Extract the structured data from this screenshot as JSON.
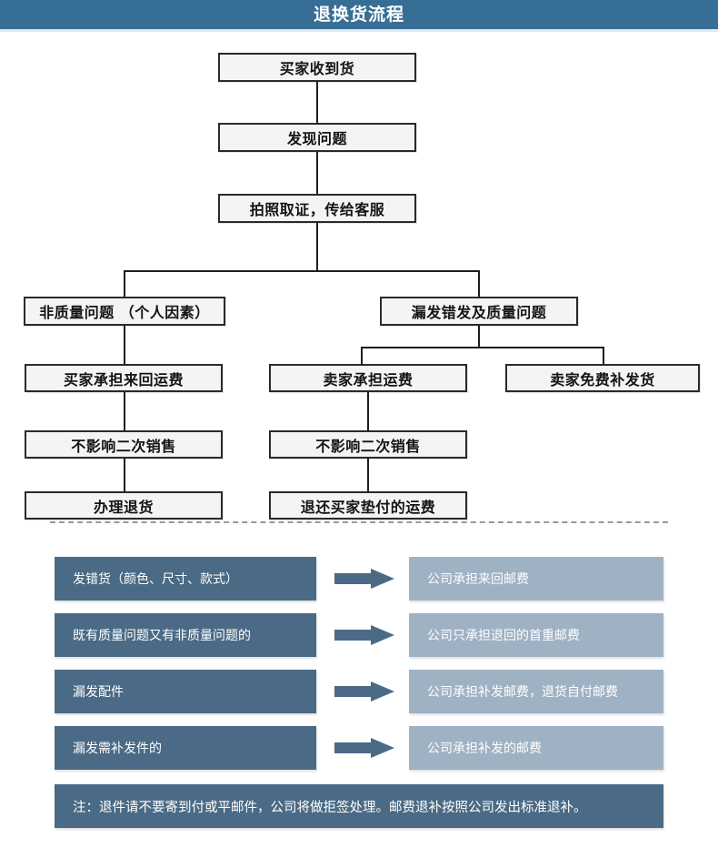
{
  "header": {
    "title": "退换货流程",
    "bg_color": "#376e95",
    "text_color": "#ffffff"
  },
  "flowchart": {
    "nodes": [
      {
        "id": "n1",
        "label": "买家收到货"
      },
      {
        "id": "n2",
        "label": "发现问题"
      },
      {
        "id": "n3",
        "label": "拍照取证，传给客服"
      },
      {
        "id": "n4",
        "label": "非质量问题 （个人因素）"
      },
      {
        "id": "n5",
        "label": "漏发错发及质量问题"
      },
      {
        "id": "n6",
        "label": "买家承担来回运费"
      },
      {
        "id": "n7",
        "label": "卖家承担运费"
      },
      {
        "id": "n8",
        "label": "卖家免费补发货"
      },
      {
        "id": "n9",
        "label": "不影响二次销售"
      },
      {
        "id": "n10",
        "label": "不影响二次销售"
      },
      {
        "id": "n11",
        "label": "办理退货"
      },
      {
        "id": "n12",
        "label": "退还买家垫付的运费"
      }
    ],
    "node_border_color": "#2a2a2a",
    "node_fill_color": "#f4f4f4"
  },
  "policy": {
    "arrow_icon": "right-arrow-icon",
    "cause_color": "#4a6a85",
    "result_color": "#9fb2c4",
    "rows": [
      {
        "cause": "发错货（颜色、尺寸、款式）",
        "result": "公司承担来回邮费"
      },
      {
        "cause": "既有质量问题又有非质量问题的",
        "result": "公司只承担退回的首重邮费"
      },
      {
        "cause": "漏发配件",
        "result": "公司承担补发邮费，退货自付邮费"
      },
      {
        "cause": "漏发需补发件的",
        "result": "公司承担补发的邮费"
      }
    ],
    "note": "注：退件请不要寄到付或平邮件，公司将做拒签处理。邮费退补按照公司发出标准退补。"
  }
}
